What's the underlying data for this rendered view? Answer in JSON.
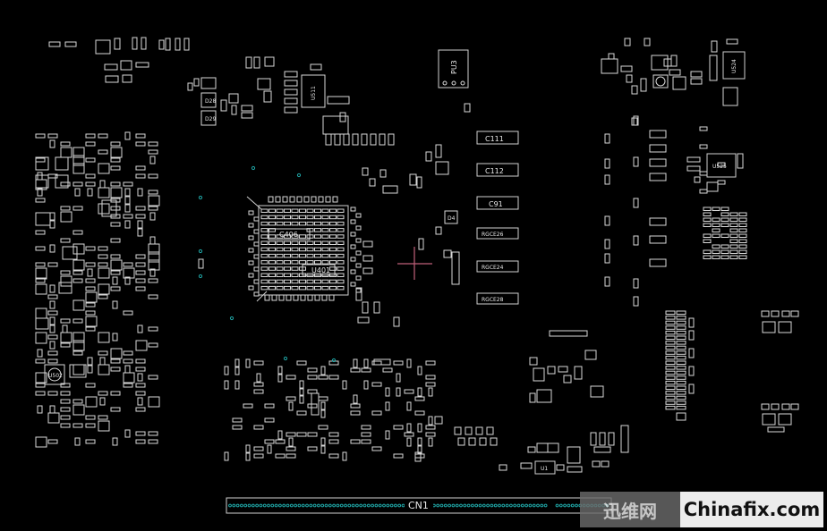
{
  "board": {
    "connector_label": "CN1",
    "caps": [
      {
        "id": "c111",
        "label": "C111"
      },
      {
        "id": "c112",
        "label": "C112"
      },
      {
        "id": "c91",
        "label": "C91"
      },
      {
        "id": "rgce26",
        "label": "RGCE26"
      },
      {
        "id": "rgce24",
        "label": "RGCE24"
      },
      {
        "id": "rgce28",
        "label": "RGCE28"
      }
    ],
    "chips": {
      "pu3": "PU3",
      "u524": "U524",
      "u525": "U525",
      "u511": "U511",
      "c406": "C406",
      "u401": "U401",
      "d4": "D4",
      "u1": "U1",
      "d28": "D28",
      "d29": "D29",
      "u502": "U502"
    }
  },
  "watermark": {
    "cn_text": "迅维网",
    "site_text": "Chinafix.com"
  }
}
